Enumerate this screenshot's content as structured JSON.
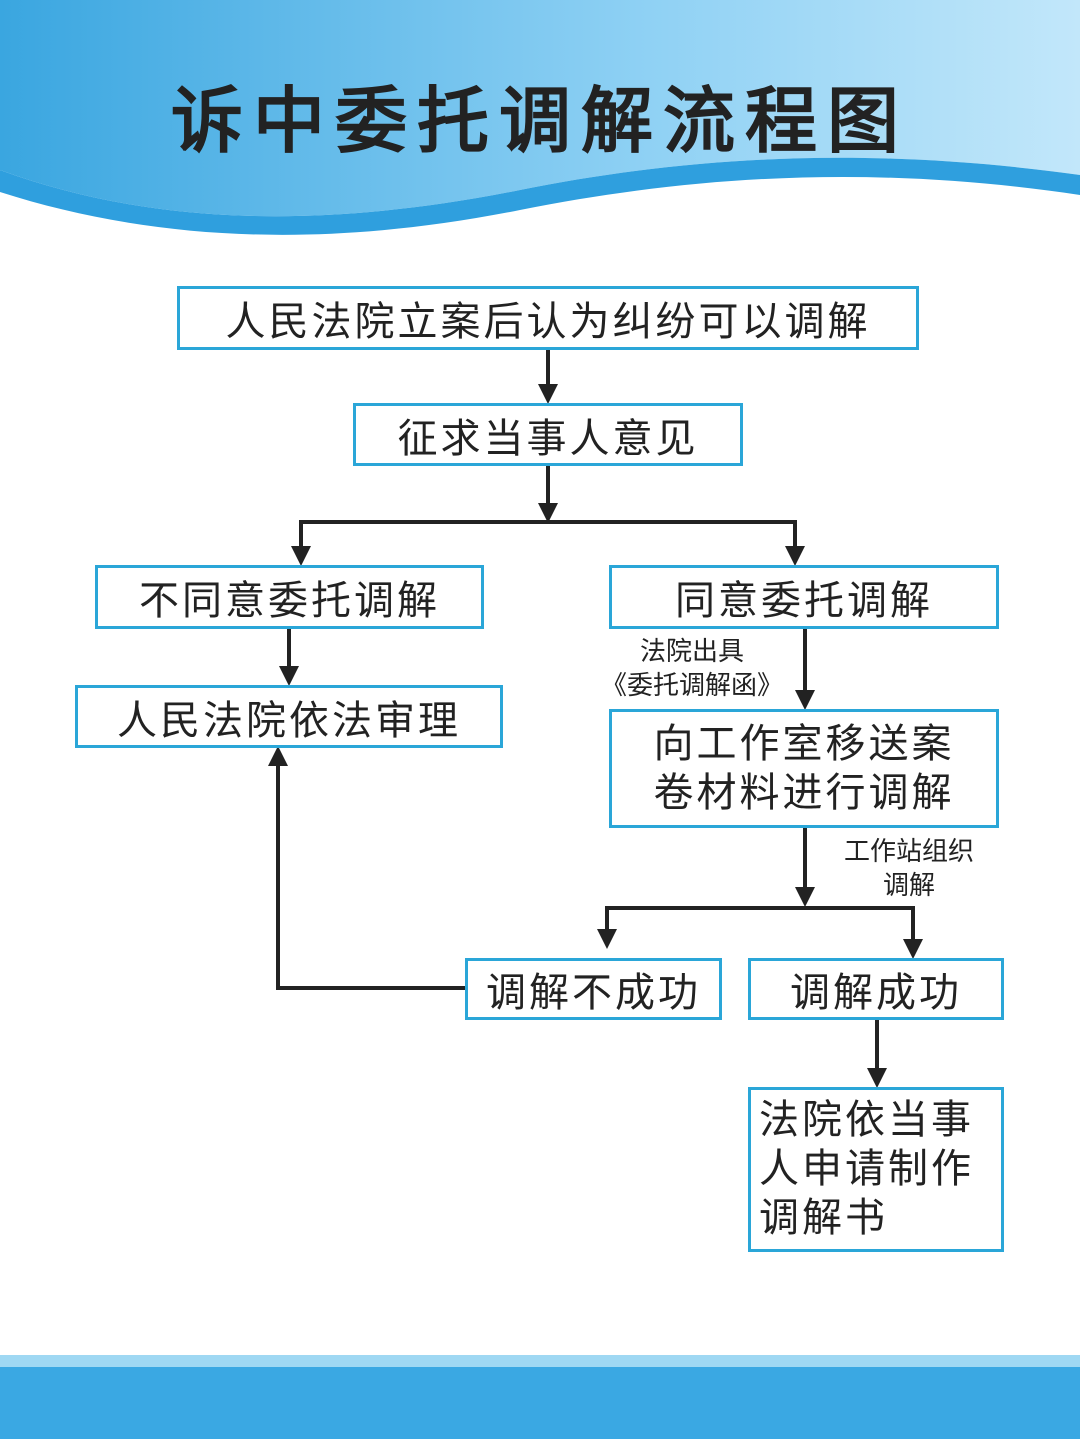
{
  "title": "诉中委托调解流程图",
  "colors": {
    "box_border": "#2aa6d8",
    "line": "#222222",
    "header_blue": "#4fb5e8",
    "footer_blue": "#3aa8e3"
  },
  "nodes": {
    "start": "人民法院立案后认为纠纷可以调解",
    "solicit": "征求当事人意见",
    "disagree": "不同意委托调解",
    "agree": "同意委托调解",
    "trial": "人民法院依法审理",
    "transfer": "向工作室移送案\n卷材料进行调解",
    "fail": "调解不成功",
    "success": "调解成功",
    "document": "法院依当事\n人申请制作\n调解书"
  },
  "notes": {
    "court_letter": "法院出具\n《委托调解函》",
    "station_mediation": "工作站组织\n调解"
  }
}
